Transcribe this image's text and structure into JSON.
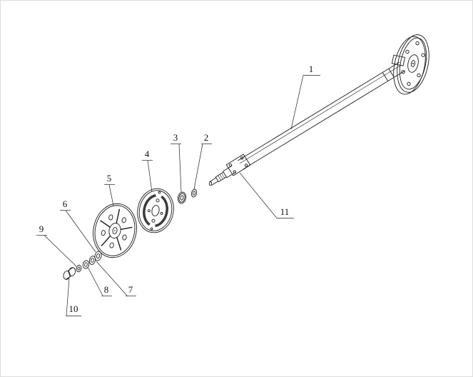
{
  "page": {
    "background": "#ffffff",
    "ink": "#1c1c1c"
  },
  "diagram": {
    "callouts": [
      {
        "number": "1"
      },
      {
        "number": "2"
      },
      {
        "number": "3"
      },
      {
        "number": "4"
      },
      {
        "number": "5"
      },
      {
        "number": "6"
      },
      {
        "number": "7"
      },
      {
        "number": "8"
      },
      {
        "number": "9"
      },
      {
        "number": "10"
      },
      {
        "number": "11"
      }
    ]
  }
}
